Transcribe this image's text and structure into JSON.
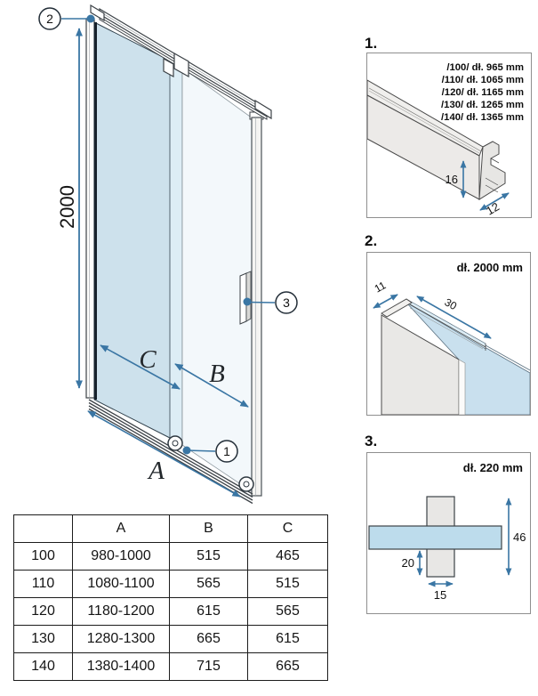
{
  "colors": {
    "accent": "#3a76a4",
    "glass": "#cde1ec",
    "glass_light": "#ddedf5",
    "glass_faint": "#f3f8fb",
    "profile_gray": "#e9e8e6",
    "line_dark": "#3c4247"
  },
  "main_diagram": {
    "height_dim": "2000",
    "dim_a": "A",
    "dim_b": "B",
    "dim_c": "C",
    "callout_1": "1",
    "callout_2": "2",
    "callout_3": "3"
  },
  "detail_1": {
    "index": "1.",
    "size_lines": [
      "/100/ dł. 965 mm",
      "/110/ dł. 1065 mm",
      "/120/ dł. 1165 mm",
      "/130/ dł. 1265 mm",
      "/140/ dł. 1365 mm"
    ],
    "dim_height": "16",
    "dim_depth": "12"
  },
  "detail_2": {
    "index": "2.",
    "length": "dł. 2000 mm",
    "dim_depth": "11",
    "dim_width": "30"
  },
  "detail_3": {
    "index": "3.",
    "length": "dł. 220 mm",
    "dim_height": "46",
    "dim_offset": "20",
    "dim_width": "15"
  },
  "table": {
    "headers": [
      "",
      "A",
      "B",
      "C"
    ],
    "rows": [
      [
        "100",
        "980-1000",
        "515",
        "465"
      ],
      [
        "110",
        "1080-1100",
        "565",
        "515"
      ],
      [
        "120",
        "1180-1200",
        "615",
        "565"
      ],
      [
        "130",
        "1280-1300",
        "665",
        "615"
      ],
      [
        "140",
        "1380-1400",
        "715",
        "665"
      ]
    ]
  }
}
